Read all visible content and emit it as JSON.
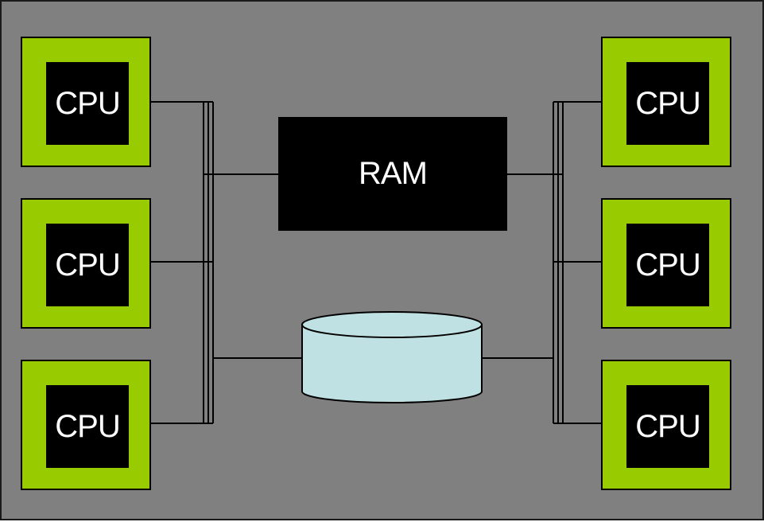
{
  "diagram": {
    "cpus": {
      "left": [
        {
          "label": "CPU"
        },
        {
          "label": "CPU"
        },
        {
          "label": "CPU"
        }
      ],
      "right": [
        {
          "label": "CPU"
        },
        {
          "label": "CPU"
        },
        {
          "label": "CPU"
        }
      ]
    },
    "ram": {
      "label": "RAM"
    },
    "storage": {
      "label": ""
    },
    "colors": {
      "background": "#808080",
      "cpu_package": "#99cc00",
      "cpu_die": "#000000",
      "ram": "#000000",
      "storage": "#bfe1e3",
      "wire": "#000000"
    }
  }
}
